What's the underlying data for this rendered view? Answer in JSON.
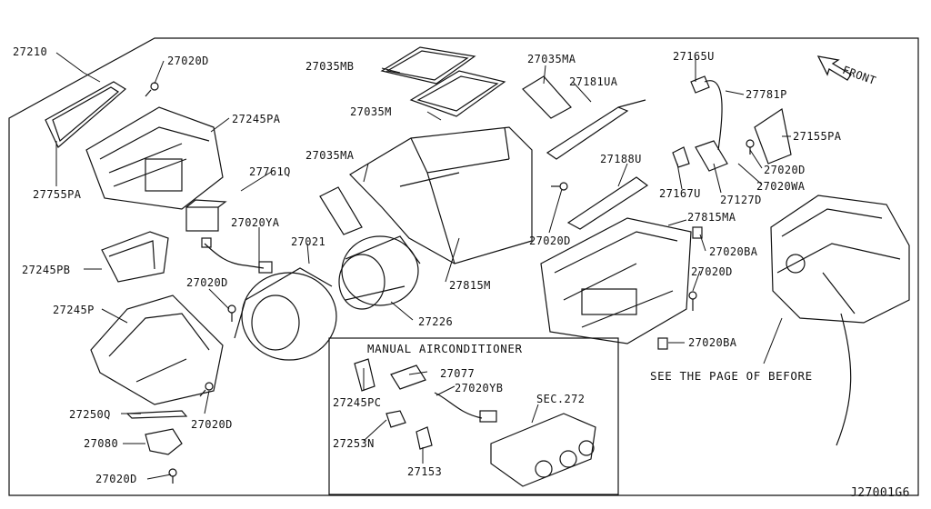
{
  "diagram": {
    "id": "J27001G6",
    "front_label": "FRONT",
    "group_title": "MANUAL AIRCONDITIONER",
    "see_note": "SEE THE PAGE OF BEFORE",
    "section_ref": "SEC.272",
    "parts": {
      "p27210": "27210",
      "p27020D_a": "27020D",
      "p27035MB": "27035MB",
      "p27035MA_a": "27035MA",
      "p27165U": "27165U",
      "p27781P": "27781P",
      "p27245PA": "27245PA",
      "p27035M": "27035M",
      "p27181UA": "27181UA",
      "p27155PA": "27155PA",
      "p27761Q": "27761Q",
      "p27035MA_b": "27035MA",
      "p27020D_b": "27020D",
      "p27755PA": "27755PA",
      "p27188U": "27188U",
      "p27020WA": "27020WA",
      "p27167U": "27167U",
      "p27127D": "27127D",
      "p27020YA": "27020YA",
      "p27815MA": "27815MA",
      "p27021": "27021",
      "p27020D_c": "27020D",
      "p27020BA_a": "27020BA",
      "p27245PB": "27245PB",
      "p27020D_d": "27020D",
      "p27815M": "27815M",
      "p27020D_e": "27020D",
      "p27245P": "27245P",
      "p27226": "27226",
      "p27020BA_b": "27020BA",
      "p27077": "27077",
      "p27245PC": "27245PC",
      "p27020YB": "27020YB",
      "p27250Q": "27250Q",
      "p27020D_f": "27020D",
      "p27253N": "27253N",
      "p27080": "27080",
      "p27153": "27153",
      "p27020D_g": "27020D"
    }
  }
}
